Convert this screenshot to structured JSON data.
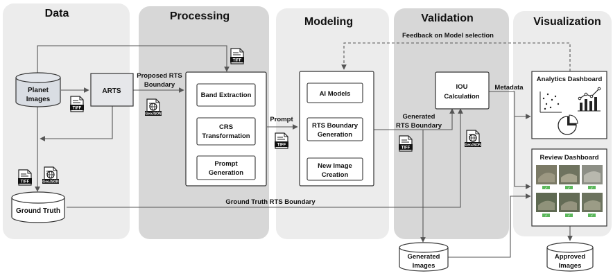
{
  "stages": {
    "data": "Data",
    "processing": "Processing",
    "modeling": "Modeling",
    "validation": "Validation",
    "visualization": "Visualization"
  },
  "nodes": {
    "planet_images": [
      "Planet",
      "Images"
    ],
    "arts": "ARTS",
    "ground_truth": "Ground Truth",
    "band_extraction": "Band Extraction",
    "crs_transformation": [
      "CRS",
      "Transformation"
    ],
    "prompt_generation": [
      "Prompt",
      "Generation"
    ],
    "ai_models": "AI Models",
    "rts_boundary_generation": [
      "RTS Boundary",
      "Generation"
    ],
    "new_image_creation": [
      "New Image",
      "Creation"
    ],
    "iou_calculation": [
      "IOU",
      "Calculation"
    ],
    "generated_images": [
      "Generated",
      "Images"
    ],
    "analytics_dashboard": "Analytics Dashboard",
    "review_dashboard": "Review Dashboard",
    "approved_images": [
      "Approved",
      "Images"
    ]
  },
  "edge_labels": {
    "proposed_rts_boundary": [
      "Proposed RTS",
      "Boundary"
    ],
    "prompt": "Prompt",
    "generated_rts_boundary": [
      "Generated",
      "RTS Boundary"
    ],
    "metadata": "Metadata",
    "feedback": "Feedback on Model selection",
    "ground_truth_rts_boundary": "Ground Truth RTS Boundary"
  },
  "badges": {
    "tiff": "TIFF",
    "geojson": "GeoJSON"
  },
  "review_tags": [
    "✓",
    "✓",
    "✓",
    "✓",
    "✓",
    "✓"
  ],
  "icons": {
    "file": "file-icon",
    "geojson": "geojson-globe-icon",
    "chart": "analytics-chart-icon"
  },
  "colors": {
    "band_light": "#ececec",
    "band_dark": "#d7d7d7",
    "node_fill": "#ffffff",
    "arts_fill": "#e6e7ea",
    "line": "#555555",
    "accent_green": "#5cb85c"
  }
}
